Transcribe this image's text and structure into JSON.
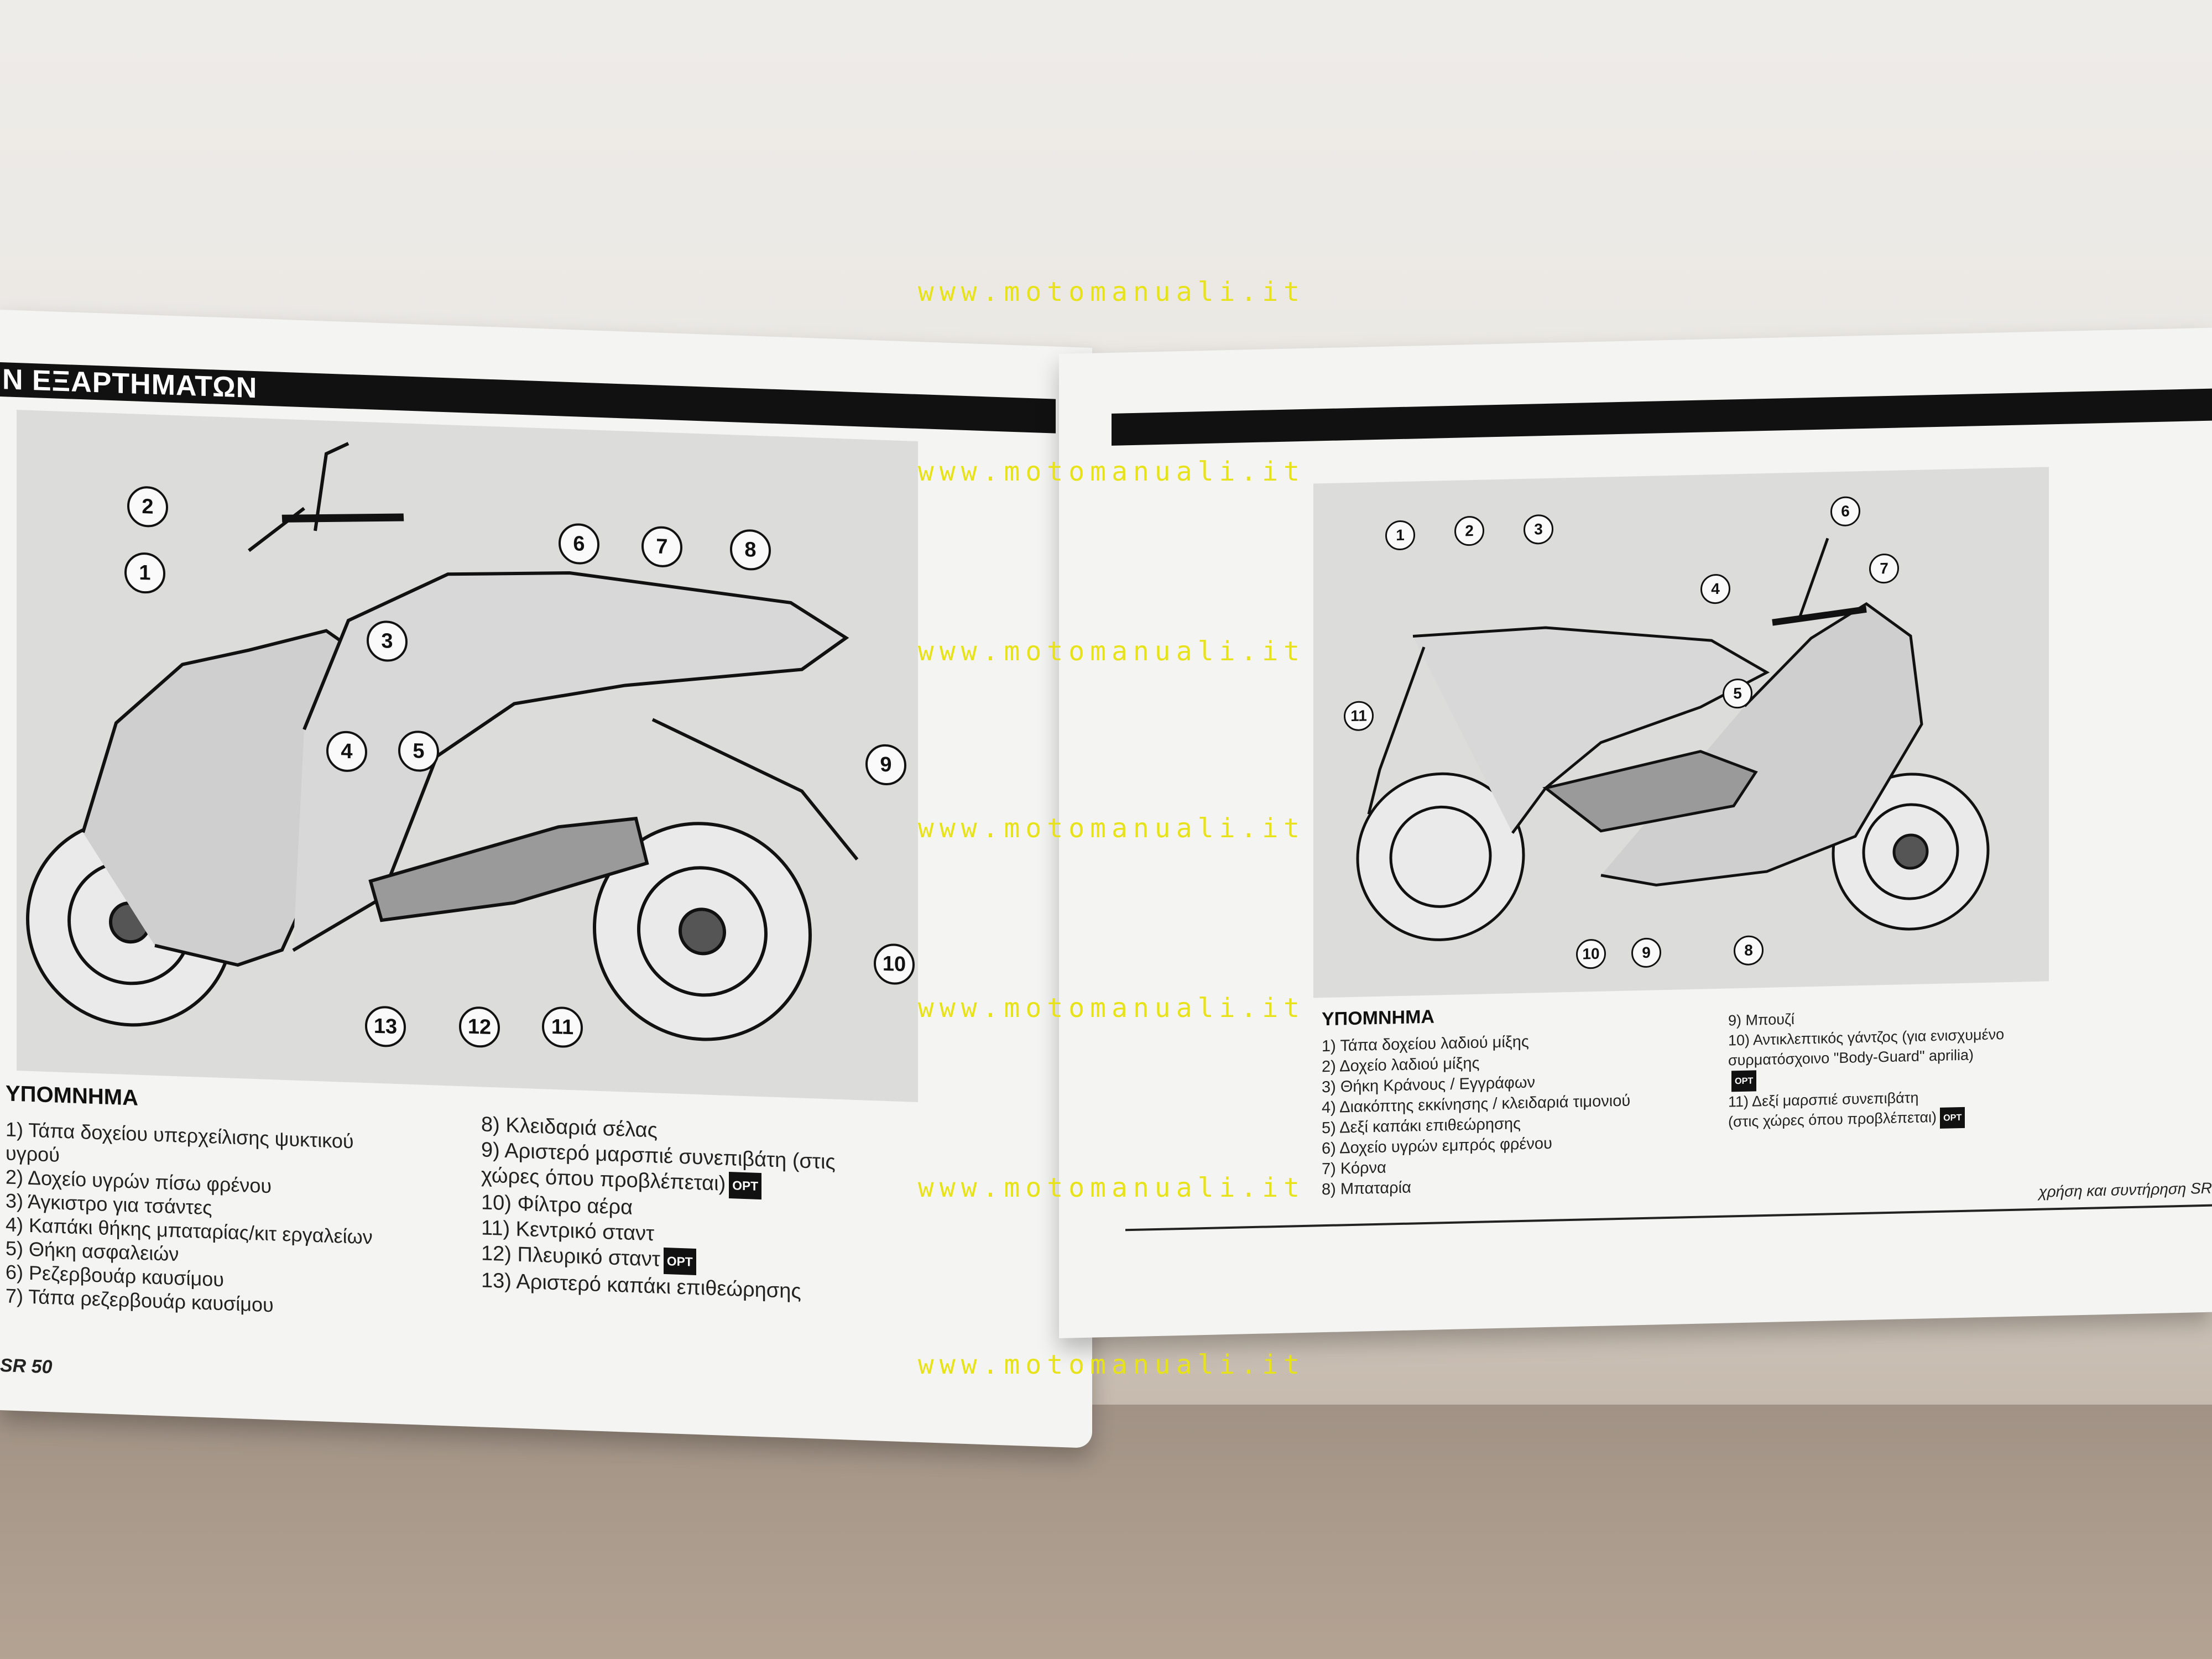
{
  "left_page": {
    "header": "Ν ΕΞΑΡΤΗΜΑΤΩΝ",
    "legend_title": "ΥΠΟΜΝΗΜΑ",
    "legend_col1": [
      "1)  Τάπα δοχείου υπερχείλισης ψυκτικού",
      "      υγρού",
      "2)  Δοχείο υγρών πίσω φρένου",
      "3)  Άγκιστρο για τσάντες",
      "4)  Καπάκι θήκης μπαταρίας/κιτ εργαλείων",
      "5)  Θήκη ασφαλειών",
      "6)  Ρεζερβουάρ καυσίμου",
      "7)  Τάπα ρεζερβουάρ καυσίμου"
    ],
    "legend_col2": [
      "8)  Κλειδαριά σέλας",
      "9)  Αριστερό μαρσπιέ συνεπιβάτη   (στις",
      "      χώρες όπου προβλέπεται)",
      "10) Φίλτρο αέρα",
      "11) Κεντρικό σταντ",
      "12) Πλευρικό σταντ",
      "13) Αριστερό καπάκι επιθεώρησης"
    ],
    "opt_label": "OPT",
    "callouts": [
      "1",
      "2",
      "3",
      "4",
      "5",
      "6",
      "7",
      "8",
      "9",
      "10",
      "11",
      "12",
      "13"
    ],
    "footer": "SR 50"
  },
  "right_page": {
    "legend_title": "ΥΠΟΜΝΗΜΑ",
    "legend_col1": [
      "1)  Τάπα δοχείου λαδιού μίξης",
      "2)  Δοχείο λαδιού μίξης",
      "3)  Θήκη Κράνους / Εγγράφων",
      "4)  Διακόπτης εκκίνησης / κλειδαριά τιμονιού",
      "5)  Δεξί καπάκι επιθεώρησης",
      "6)  Δοχείο υγρών εμπρός φρένου",
      "7)  Κόρνα",
      "8)  Μπαταρία"
    ],
    "legend_col2": [
      "9)  Μπουζί",
      "10) Αντικλεπτικός γάντζος (για ενισχυμένο",
      "      συρματόσχοινο \"Body-Guard\" aprilia)",
      "",
      "11) Δεξί μαρσπιέ συνεπιβάτη",
      "      (στις χώρες όπου προβλέπεται)"
    ],
    "callouts": [
      "1",
      "2",
      "3",
      "4",
      "5",
      "6",
      "7",
      "8",
      "9",
      "10",
      "11"
    ],
    "footer": "χρήση και συντήρηση   SR"
  },
  "watermark": "www.motomanuali.it"
}
